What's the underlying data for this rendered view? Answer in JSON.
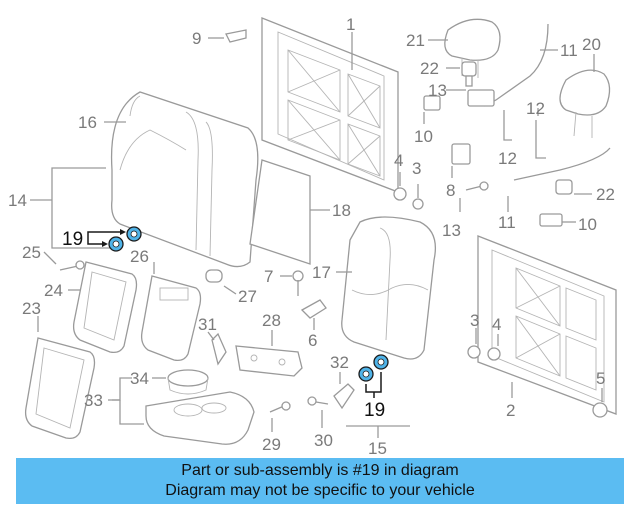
{
  "banner": {
    "line1": "Part or sub-assembly is #19 in diagram",
    "line2": "Diagram may not be specific to your vehicle"
  },
  "highlight_color": "#5bbcf2",
  "part_color": "#4fb3e8",
  "callouts": {
    "c1": "1",
    "c2a": "2",
    "c3a": "3",
    "c3b": "3",
    "c4a": "4",
    "c4b": "4",
    "c5": "5",
    "c6": "6",
    "c7": "7",
    "c8": "8",
    "c9": "9",
    "c10a": "10",
    "c10b": "10",
    "c11a": "11",
    "c11b": "11",
    "c12a": "12",
    "c12b": "12",
    "c13a": "13",
    "c13b": "13",
    "c14": "14",
    "c15": "15",
    "c16": "16",
    "c17": "17",
    "c18": "18",
    "c19a": "19",
    "c19b": "19",
    "c20": "20",
    "c21": "21",
    "c22a": "22",
    "c22b": "22",
    "c23": "23",
    "c24": "24",
    "c25": "25",
    "c26": "26",
    "c27": "27",
    "c28": "28",
    "c29": "29",
    "c30": "30",
    "c31": "31",
    "c32": "32",
    "c33": "33",
    "c34": "34"
  }
}
